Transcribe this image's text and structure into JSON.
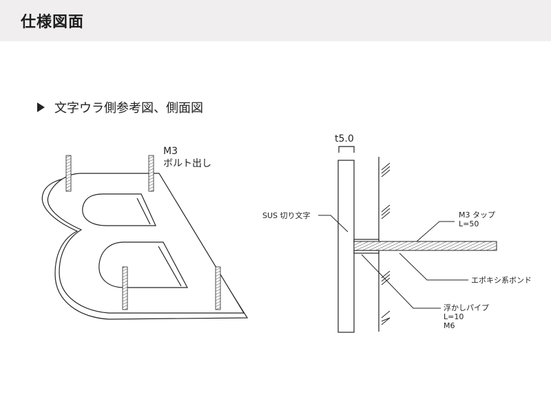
{
  "header": {
    "title": "仕様図面"
  },
  "section": {
    "label": "文字ウラ側参考図、側面図"
  },
  "diagram": {
    "left": {
      "stud_label_1": "M3",
      "stud_label_2": "ボルト出し"
    },
    "right": {
      "thickness": "t5.0",
      "plate_label": "SUS 切り文字",
      "tap_label_1": "M3 タップ",
      "tap_label_2": "L=50",
      "bond_label": "エポキシ系ボンド",
      "pipe_label_1": "浮かしパイプ",
      "pipe_label_2": "L=10",
      "pipe_label_3": "M6"
    }
  }
}
